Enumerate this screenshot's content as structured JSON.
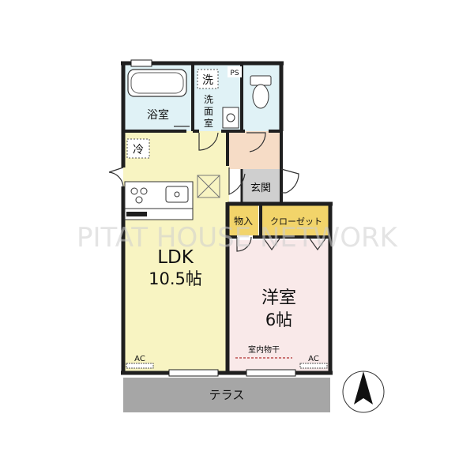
{
  "rooms": {
    "ldk_name": "LDK",
    "ldk_size": "10.5帖",
    "western_name": "洋室",
    "western_size": "6帖",
    "bath": "浴室",
    "washroom_l1": "洗",
    "washroom_l2": "面",
    "washroom_l3": "室",
    "entrance": "玄関",
    "storage": "物入",
    "closet": "クローゼット",
    "terrace": "テラス"
  },
  "fixtures": {
    "washer": "洗",
    "ps": "PS",
    "fridge": "冷",
    "ac": "AC",
    "drying": "室内物干"
  },
  "watermark": "PITAT HOUSE NETWORK",
  "colors": {
    "ldk": "#f8f4c2",
    "western": "#f9e9e9",
    "wet": "#e0f2f6",
    "entrance": "#f6dcc6",
    "closet": "#f2d46a",
    "terrace": "#a6a6a6",
    "wall": "#1f1f1f"
  }
}
